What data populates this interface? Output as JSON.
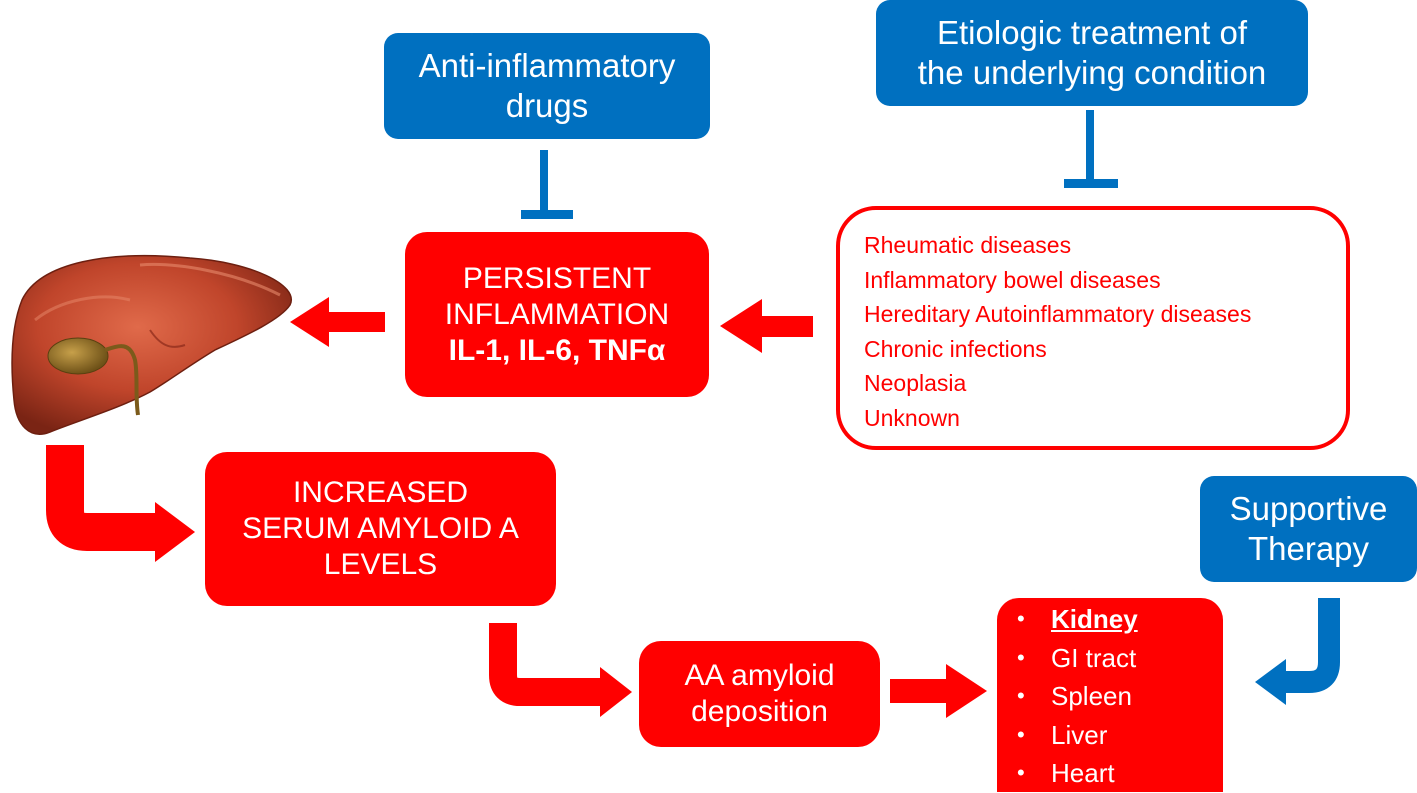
{
  "colors": {
    "blue": "#0070c0",
    "red": "#ff0000",
    "white": "#ffffff"
  },
  "anti_inflammatory": {
    "line1": "Anti-inflammatory",
    "line2": "drugs"
  },
  "etiologic_treatment": {
    "line1": "Etiologic treatment of",
    "line2": "the underlying condition"
  },
  "persistent_inflammation": {
    "line1": "PERSISTENT",
    "line2": "INFLAMMATION",
    "line3": "IL-1, IL-6, TNFα"
  },
  "causes": [
    "Rheumatic diseases",
    "Inflammatory bowel diseases",
    "Hereditary Autoinflammatory diseases",
    "Chronic infections",
    "Neoplasia",
    "Unknown"
  ],
  "serum_amyloid": {
    "line1": "INCREASED",
    "line2": "SERUM AMYLOID A",
    "line3": "LEVELS"
  },
  "supportive_therapy": {
    "line1": "Supportive",
    "line2": "Therapy"
  },
  "aa_deposition": {
    "line1": "AA amyloid",
    "line2": "deposition"
  },
  "organs": {
    "bullet": "•",
    "items": [
      "Kidney",
      "GI tract",
      "Spleen",
      "Liver",
      "Heart"
    ]
  },
  "icons": {
    "liver": "liver-illustration-icon"
  }
}
